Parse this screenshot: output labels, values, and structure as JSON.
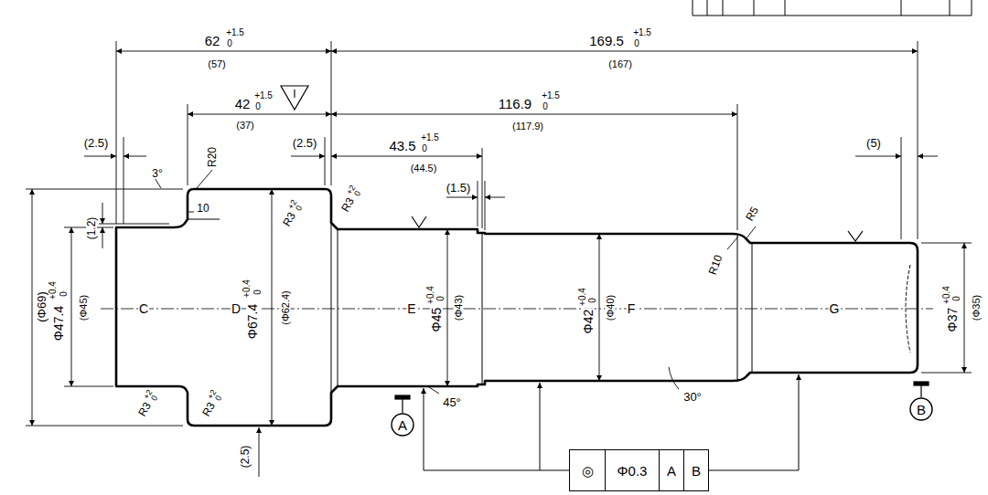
{
  "diagram": {
    "nodes": [
      {
        "text": [
          "A"
        ]
      },
      {
        "text": [
          "B"
        ]
      },
      {
        "text": [
          "◎"
        ]
      },
      {
        "text": [
          "Φ0.3"
        ]
      },
      {
        "text": [
          "A"
        ]
      },
      {
        "text": [
          "B"
        ]
      }
    ],
    "labels": [
      "62",
      "+1.5",
      "0",
      "(57)",
      "169.5",
      "+1.5",
      "0",
      "(167)",
      "42",
      "+1.5",
      "0",
      "(37)",
      "I",
      "116.9",
      "+1.5",
      "0",
      "(117.9)",
      "(2.5)",
      "(2.5)",
      "43.5",
      "+1.5",
      "0",
      "(44.5)",
      "(1.5)",
      "(5)",
      "3°",
      "R20",
      "(1.2)",
      "10",
      "R3",
      "+2",
      "0",
      "R3",
      "+2",
      "0",
      "R5",
      "R10",
      "(Φ69)",
      "Φ47.4",
      "+0.4",
      "0",
      "(Φ45)",
      "Φ67.4",
      "+0.4",
      "0",
      "(Φ62.4)",
      "Φ45",
      "+0.4",
      "0",
      "(Φ43)",
      "Φ42",
      "+0.4",
      "0",
      "(Φ40)",
      "Φ37",
      "+0.4",
      "0",
      "(Φ35)",
      "C",
      "D",
      "E",
      "F",
      "G",
      "R3",
      "+2",
      "0",
      "R3",
      "+2",
      "0",
      "(2.5)",
      "45°",
      "30°"
    ]
  }
}
